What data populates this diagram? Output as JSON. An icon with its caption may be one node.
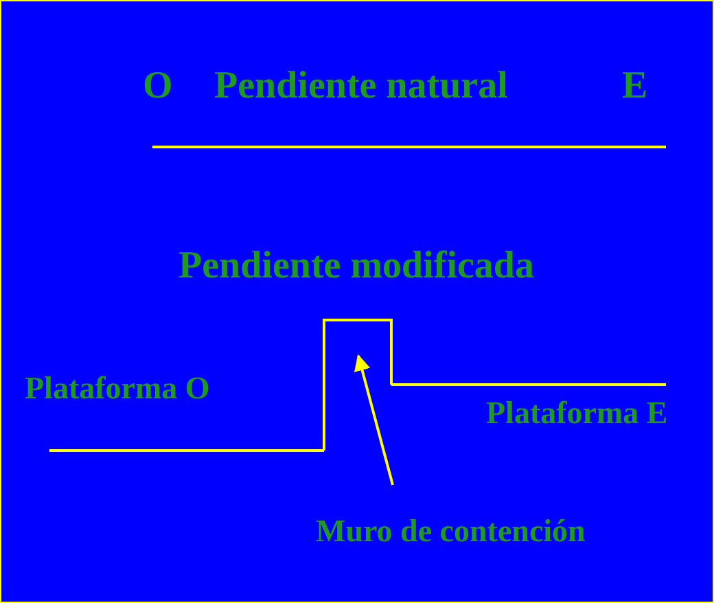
{
  "diagram": {
    "nodes": [
      {
        "text": [
          "Muro de contención"
        ]
      },
      {
        "text": [],
        "shape": "box"
      }
    ],
    "edges": [
      {
        "from": 0,
        "to": 1,
        "arrow": "to"
      }
    ],
    "labels": [
      "O",
      "Pendiente natural",
      "E",
      "Pendiente modificada",
      "Plataforma O",
      "Plataforma E"
    ]
  }
}
